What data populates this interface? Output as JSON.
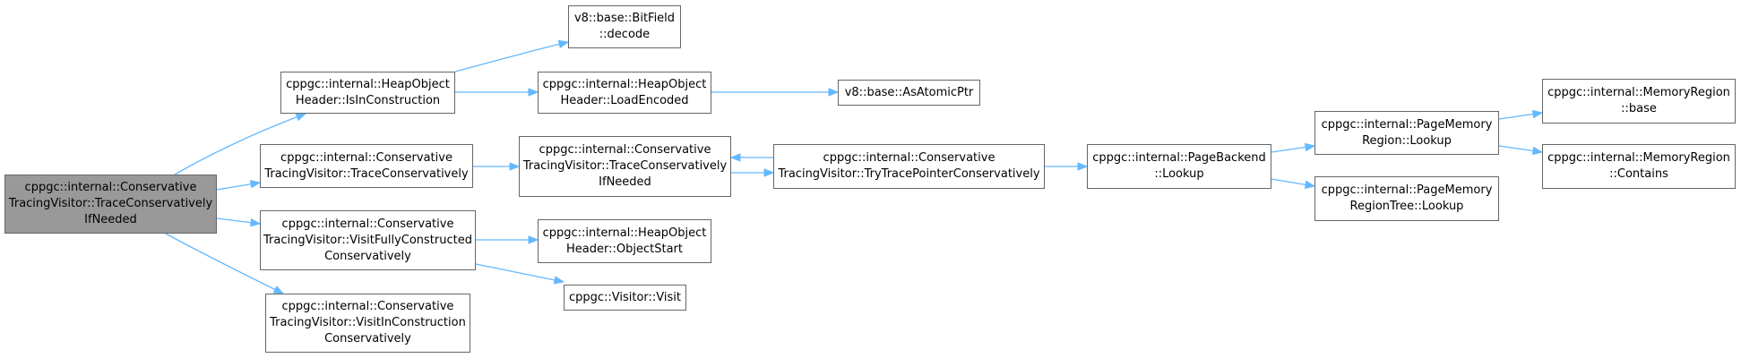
{
  "colors": {
    "edge": "#63b8ff",
    "root_fill": "#999999",
    "node_border": "#666666"
  },
  "nodes": {
    "root": "cppgc::internal::Conservative\nTracingVisitor::TraceConservatively\nIfNeeded",
    "isinconstruction": "cppgc::internal::HeapObject\nHeader::IsInConstruction",
    "traceconservatively": "cppgc::internal::Conservative\nTracingVisitor::TraceConservatively",
    "visitfully": "cppgc::internal::Conservative\nTracingVisitor::VisitFullyConstructed\nConservatively",
    "visitinconstruction": "cppgc::internal::Conservative\nTracingVisitor::VisitInConstruction\nConservatively",
    "bitfield": "v8::base::BitField\n::decode",
    "loadencoded": "cppgc::internal::HeapObject\nHeader::LoadEncoded",
    "traceifneeded": "cppgc::internal::Conservative\nTracingVisitor::TraceConservatively\nIfNeeded",
    "objectstart": "cppgc::internal::HeapObject\nHeader::ObjectStart",
    "visit": "cppgc::Visitor::Visit",
    "asatomicptr": "v8::base::AsAtomicPtr",
    "trytrace": "cppgc::internal::Conservative\nTracingVisitor::TryTracePointerConservatively",
    "pagebackend": "cppgc::internal::PageBackend\n::Lookup",
    "pagememoryregion": "cppgc::internal::PageMemory\nRegion::Lookup",
    "regiontree": "cppgc::internal::PageMemory\nRegionTree::Lookup",
    "memregionbase": "cppgc::internal::MemoryRegion\n::base",
    "memregioncontains": "cppgc::internal::MemoryRegion\n::Contains"
  }
}
